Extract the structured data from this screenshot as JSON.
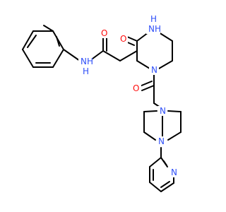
{
  "colors": {
    "background": "#ffffff",
    "bond": "#000000",
    "oxygen": "#ff0d0d",
    "nitrogen": "#3050f8"
  },
  "atoms": {
    "amide_nh": {
      "text": "NH",
      "h": "H",
      "element": "nitrogen"
    },
    "amide_o": {
      "text": "O",
      "element": "oxygen"
    },
    "ring_nh": {
      "text": "NH",
      "h": "H",
      "element": "nitrogen"
    },
    "ring_oxo": {
      "text": "O",
      "element": "oxygen"
    },
    "ring_n1": {
      "text": "N",
      "element": "nitrogen"
    },
    "acyl_o": {
      "text": "O",
      "element": "oxygen"
    },
    "pip_n_top": {
      "text": "N",
      "element": "nitrogen"
    },
    "pip_n_bottom": {
      "text": "N",
      "element": "nitrogen"
    },
    "pyridine_n": {
      "text": "N",
      "element": "nitrogen"
    }
  }
}
